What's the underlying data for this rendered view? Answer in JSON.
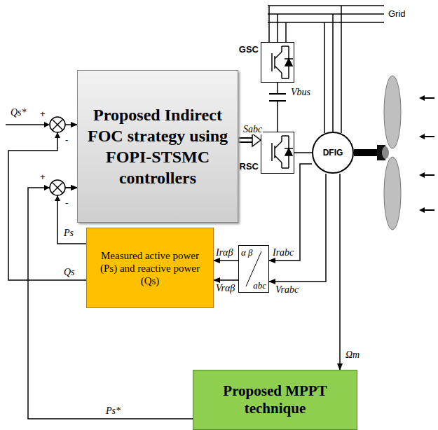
{
  "diagram": {
    "nodes": [
      {
        "text": [
          "Proposed Indirect FOC strategy using FOPI-STSMC controllers"
        ]
      },
      {
        "text": [
          "GSC"
        ]
      },
      {
        "text": [
          "RSC"
        ]
      },
      {
        "text": [
          "DFIG"
        ]
      },
      {
        "text": [
          "Measured active power (Ps) and reactive power (Qs)"
        ]
      },
      {
        "text": [
          "α β",
          "abc"
        ]
      },
      {
        "text": [
          "Proposed MPPT technique"
        ]
      }
    ],
    "edges": [
      {
        "from": 0,
        "to": 2,
        "arrow": "to",
        "label": "Sabc"
      },
      {
        "from": 1,
        "to": 2,
        "arrow": "none"
      },
      {
        "from": 2,
        "to": 3,
        "arrow": "none"
      },
      {
        "from": 3,
        "to": 5,
        "arrow": "to",
        "label": "Irabc"
      },
      {
        "from": 3,
        "to": 5,
        "arrow": "to",
        "label": "Vrabc"
      },
      {
        "from": 5,
        "to": 4,
        "arrow": "to",
        "label": "Irαβ"
      },
      {
        "from": 5,
        "to": 4,
        "arrow": "to",
        "label": "Vrαβ"
      },
      {
        "from": 4,
        "to": 0,
        "arrow": "to",
        "label": "Ps"
      },
      {
        "from": 4,
        "to": 0,
        "arrow": "to",
        "label": "Qs"
      },
      {
        "from": 3,
        "to": 6,
        "arrow": "to",
        "label": "Ωm"
      },
      {
        "from": 6,
        "to": 0,
        "arrow": "to",
        "label": "Ps*"
      }
    ],
    "labels": [
      "Qs*",
      "Grid",
      "Vbus",
      "+",
      "-",
      "+",
      "-"
    ]
  }
}
